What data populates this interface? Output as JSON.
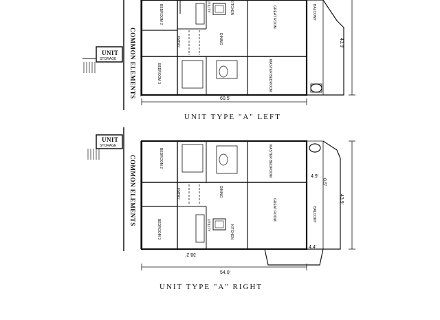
{
  "plans": [
    {
      "title": "UNIT TYPE \"A\" LEFT",
      "rooms": {
        "bedroom2": "BEDROOM 2",
        "bedroom3": "BEDROOM 3",
        "entry": "ENTRY",
        "dining": "DINING",
        "great_room": "GREAT ROOM",
        "master_bedroom": "MASTER BEDROOM",
        "balcony": "BALCONY",
        "kitchen": "KITCHEN",
        "utility": "UTILITY"
      },
      "dims": {
        "width": "60.5'",
        "depth": "43.9'"
      },
      "common_elements": "COMMON ELEMENTS",
      "storage": {
        "line1": "UNIT",
        "line2": "STORAGE"
      }
    },
    {
      "title": "UNIT TYPE \"A\" RIGHT",
      "rooms": {
        "bedroom2": "BEDROOM 2",
        "bedroom3": "BEDROOM 3",
        "entry": "ENTRY",
        "dining": "DINING",
        "great_room": "GREAT ROOM",
        "master_bedroom": "MASTER BEDROOM",
        "balcony": "BALCONY",
        "kitchen": "KITCHEN",
        "utility": "UTILITY"
      },
      "dims": {
        "width": "54.0'",
        "depth": "43.9'",
        "inner": "38.2'",
        "small1": "4.9'",
        "small2": "4.4'",
        "small3": "0.5'"
      },
      "common_elements": "COMMON ELEMENTS",
      "storage": {
        "line1": "UNIT",
        "line2": "STORAGE"
      }
    }
  ]
}
